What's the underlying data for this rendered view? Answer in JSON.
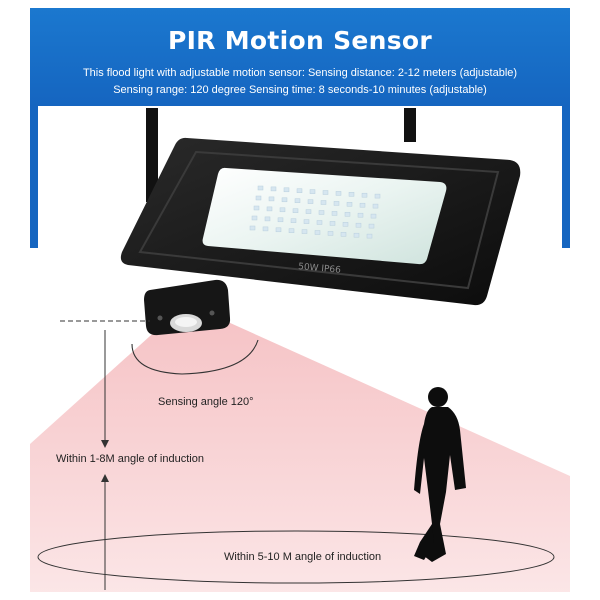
{
  "banner": {
    "title": "PIR Motion Sensor",
    "line1": "This flood light with adjustable motion sensor:  Sensing distance: 2-12 meters (adjustable)",
    "line2": "Sensing range: 120 degree   Sensing time: 8 seconds-10 minutes (adjustable)"
  },
  "product": {
    "label": "50W   IP66"
  },
  "captions": {
    "sensing_angle": "Sensing angle 120°",
    "range_1_8": "Within 1-8M angle of induction",
    "range_5_10": "Within 5-10 M angle of induction"
  },
  "colors": {
    "banner_blue": "#1565c0",
    "cone_pink": "#f7c9cb",
    "light_body": "#141414"
  }
}
